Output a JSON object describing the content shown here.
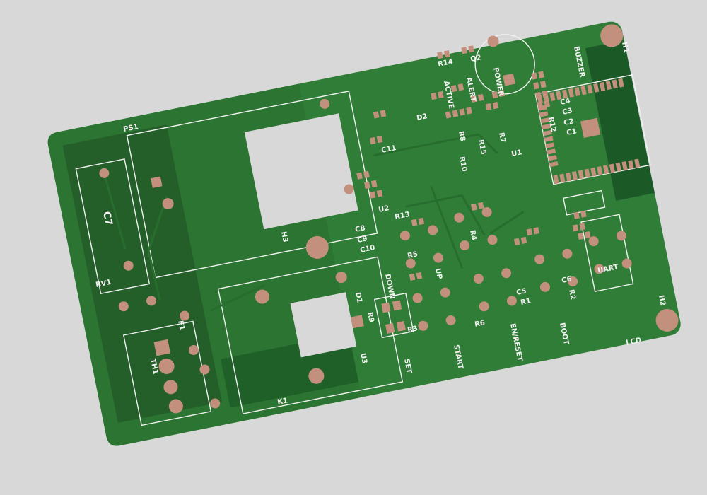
{
  "board": {
    "colors": {
      "background": "#d8d8d8",
      "board": "#2f7d36",
      "board_hv": "#2b7431",
      "pour": "#1b5a27",
      "pad": "#c4907e",
      "silkscreen": "#f2f2f2"
    },
    "labels": {
      "ps1": "PS1",
      "c7": "C7",
      "rv1": "RV1",
      "k1": "K1",
      "f1": "F1",
      "th1": "TH1",
      "h1": "H1",
      "h2": "H2",
      "h3": "H3",
      "c11": "C11",
      "u2": "U2",
      "r13": "R13",
      "c8": "C8",
      "c9": "C9",
      "c10": "C10",
      "r14": "R14",
      "q2": "Q2",
      "active": "ACTIVE",
      "alert": "ALERT",
      "power": "POWER",
      "buzzer": "BUZZER",
      "d2": "D2",
      "r8": "R8",
      "r10": "R10",
      "r15": "R15",
      "r7": "R7",
      "r12": "R12",
      "c1": "C1",
      "c2": "C2",
      "c3": "C3",
      "c4": "C4",
      "u1": "U1",
      "r5": "R5",
      "r4": "R4",
      "down": "DOWN",
      "up": "UP",
      "d1": "D1",
      "r9": "R9",
      "u3": "U3",
      "r3": "R3",
      "r6": "R6",
      "set": "SET",
      "start": "START",
      "en_reset": "EN/RESET",
      "boot": "BOOT",
      "c5": "C5",
      "r1": "R1",
      "c6": "C6",
      "r2": "R2",
      "uart": "UART",
      "lcd": "LCD"
    }
  }
}
